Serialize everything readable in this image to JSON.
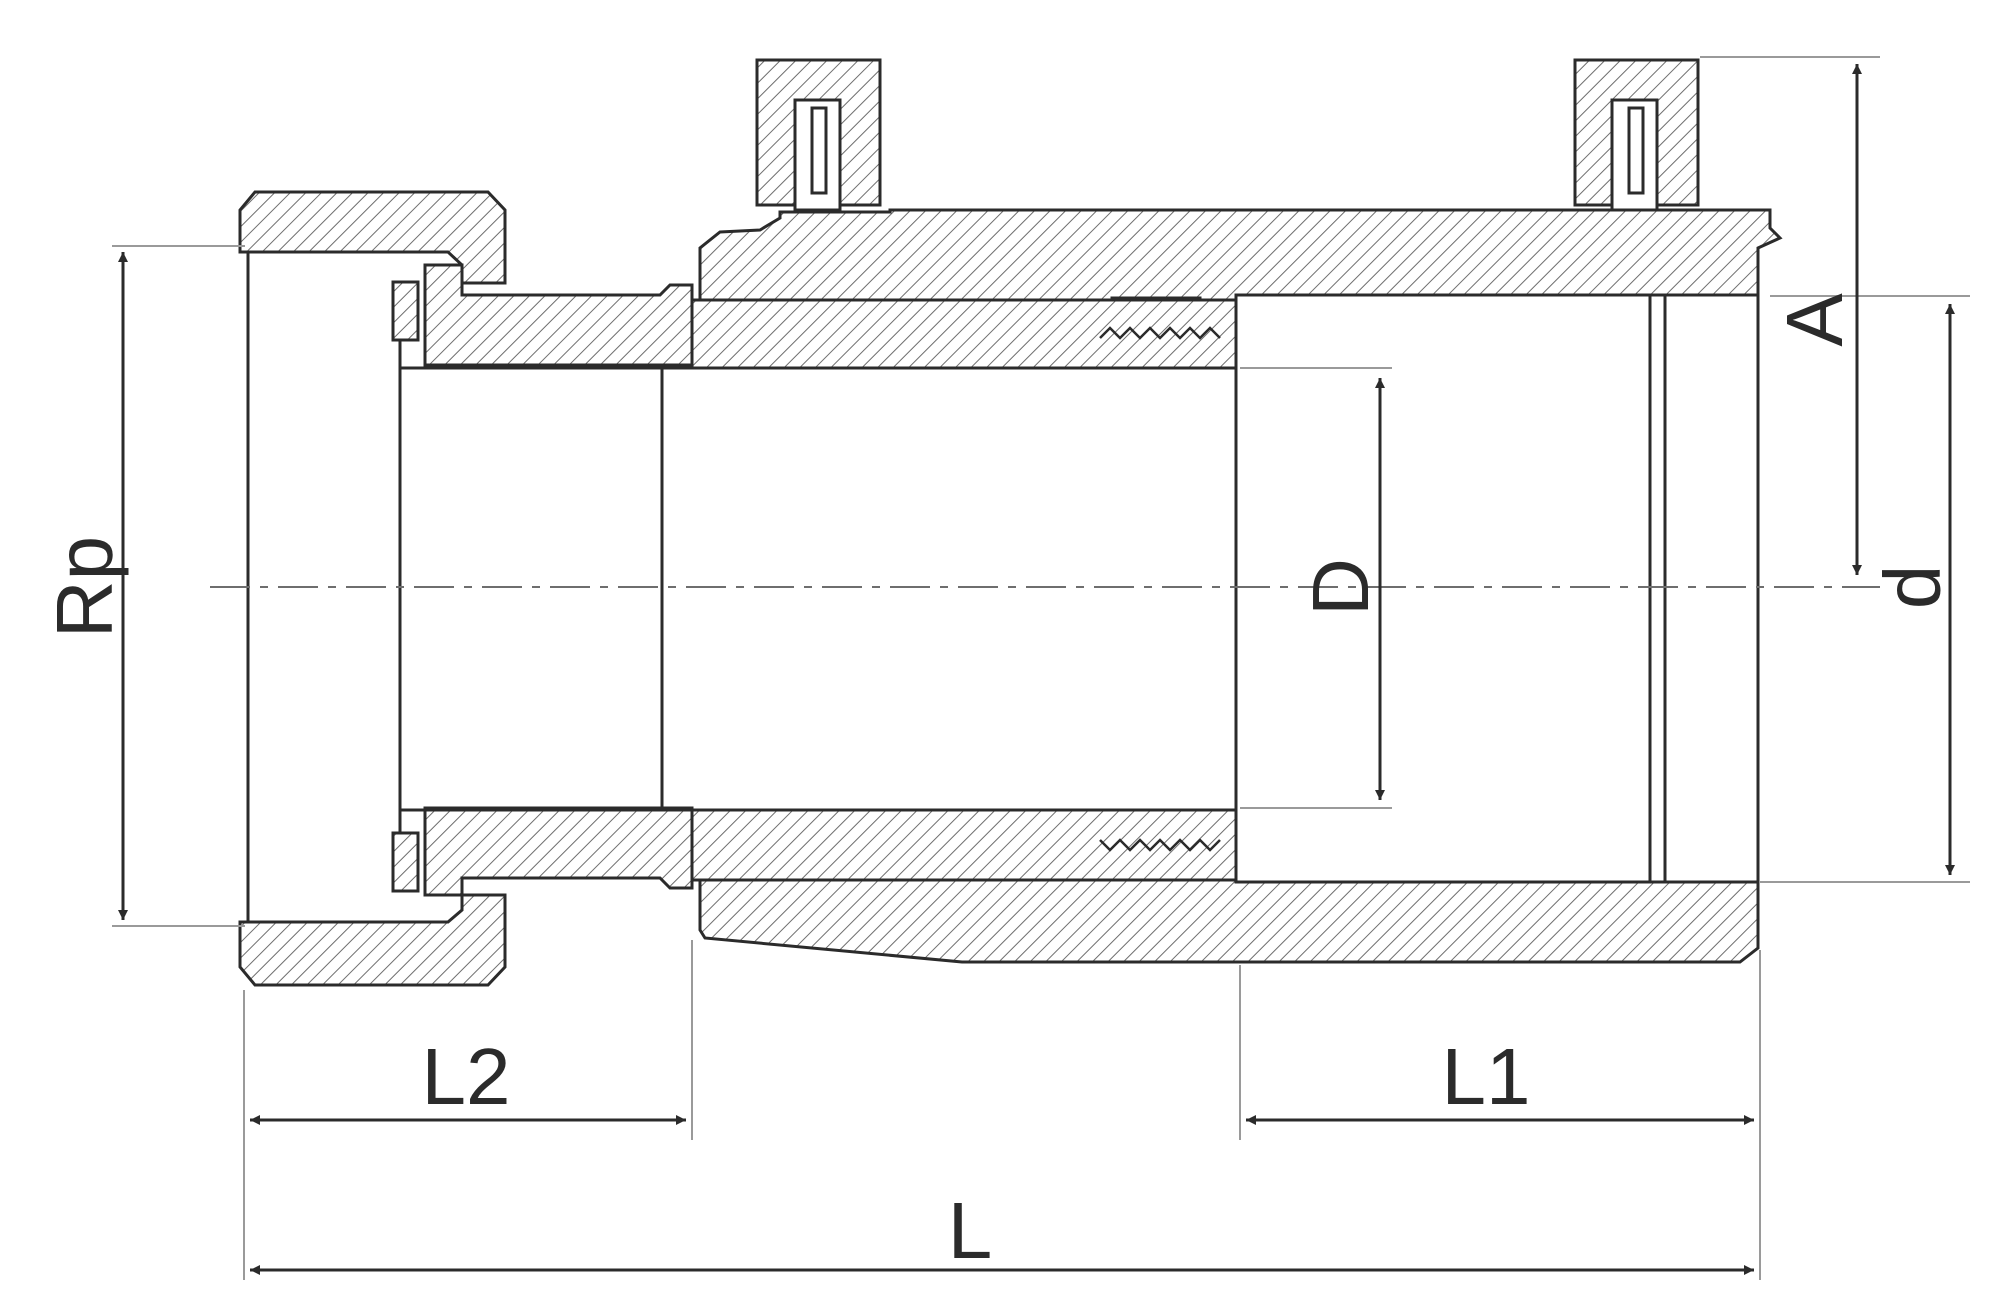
{
  "diagram": {
    "labels": {
      "rp": "Rp",
      "d_inner": "D",
      "a": "A",
      "d_outer": "d",
      "l2": "L2",
      "l1": "L1",
      "l": "L"
    },
    "colors": {
      "outline": "#2b2b2b",
      "hatch": "#6e6e6e",
      "dimension": "#2b2b2b",
      "extension": "#9a9a9a",
      "background": "#ffffff"
    }
  }
}
